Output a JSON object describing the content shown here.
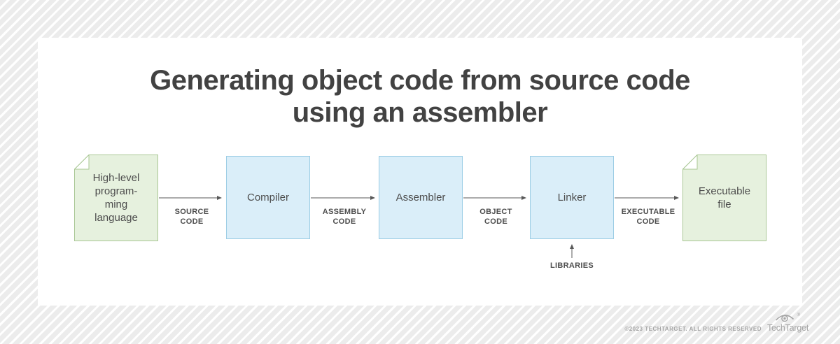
{
  "page": {
    "title": "Generating object code from source code\nusing an assembler"
  },
  "diagram": {
    "nodes": [
      {
        "id": "high-level-language",
        "type": "document",
        "label": "High-level\nprogram-\nming\nlanguage"
      },
      {
        "id": "compiler",
        "type": "process",
        "label": "Compiler"
      },
      {
        "id": "assembler",
        "type": "process",
        "label": "Assembler"
      },
      {
        "id": "linker",
        "type": "process",
        "label": "Linker"
      },
      {
        "id": "executable-file",
        "type": "document",
        "label": "Executable\nfile"
      }
    ],
    "edges": [
      {
        "from": "high-level-language",
        "to": "compiler",
        "label": "SOURCE\nCODE"
      },
      {
        "from": "compiler",
        "to": "assembler",
        "label": "ASSEMBLY\nCODE"
      },
      {
        "from": "assembler",
        "to": "linker",
        "label": "OBJECT\nCODE"
      },
      {
        "from": "linker",
        "to": "executable-file",
        "label": "EXECUTABLE\nCODE"
      },
      {
        "from": "libraries",
        "to": "linker",
        "label": "LIBRARIES"
      }
    ]
  },
  "footer": {
    "copyright": "©2023 TECHTARGET. ALL RIGHTS RESERVED",
    "brand": "TechTarget",
    "registered_mark": "®"
  },
  "colors": {
    "process_fill": "#daeef9",
    "process_border": "#9bcde5",
    "doc_fill": "#e6f1de",
    "doc_border": "#a9c794",
    "arrow": "#595959",
    "title_text": "#424242",
    "node_text": "#4c4c4c",
    "label_text": "#4d4d4d",
    "footer_text": "#a5a5a5"
  }
}
